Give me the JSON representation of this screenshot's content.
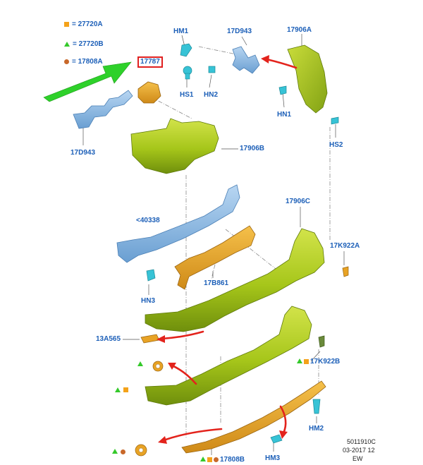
{
  "legend": [
    {
      "symbol": "square-icon",
      "color": "#f4a21a",
      "text": "= 27720A"
    },
    {
      "symbol": "triangle-icon",
      "color": "#34c92a",
      "text": "= 27720B"
    },
    {
      "symbol": "circle-icon",
      "color": "#c8682a",
      "text": "= 17808A"
    }
  ],
  "highlight_label": "17787",
  "labels": {
    "hm1": "HM1",
    "p17d943_top": "17D943",
    "p17906a": "17906A",
    "hs1": "HS1",
    "hn2": "HN2",
    "hn1": "HN1",
    "hs2": "HS2",
    "p17d943_left": "17D943",
    "p17906b": "17906B",
    "p40338": "<40338",
    "p17906c": "17906C",
    "p17k922a": "17K922A",
    "p17b861": "17B861",
    "hn3": "HN3",
    "p13a565": "13A565",
    "p17k922b": "17K922B",
    "hm2": "HM2",
    "hm3": "HM3",
    "p17808b": "17808B"
  },
  "footer": {
    "line1": "5011910C",
    "line2": "03-2017 12",
    "line3": "EW"
  },
  "colors": {
    "part_green": "#a6c61a",
    "part_blue": "#7fb2e0",
    "part_orange": "#e8a325",
    "part_cyan": "#37c3d6",
    "arrow_red": "#e3231c",
    "arrow_green": "#2ed12a",
    "label_blue": "#1c5fb8"
  }
}
